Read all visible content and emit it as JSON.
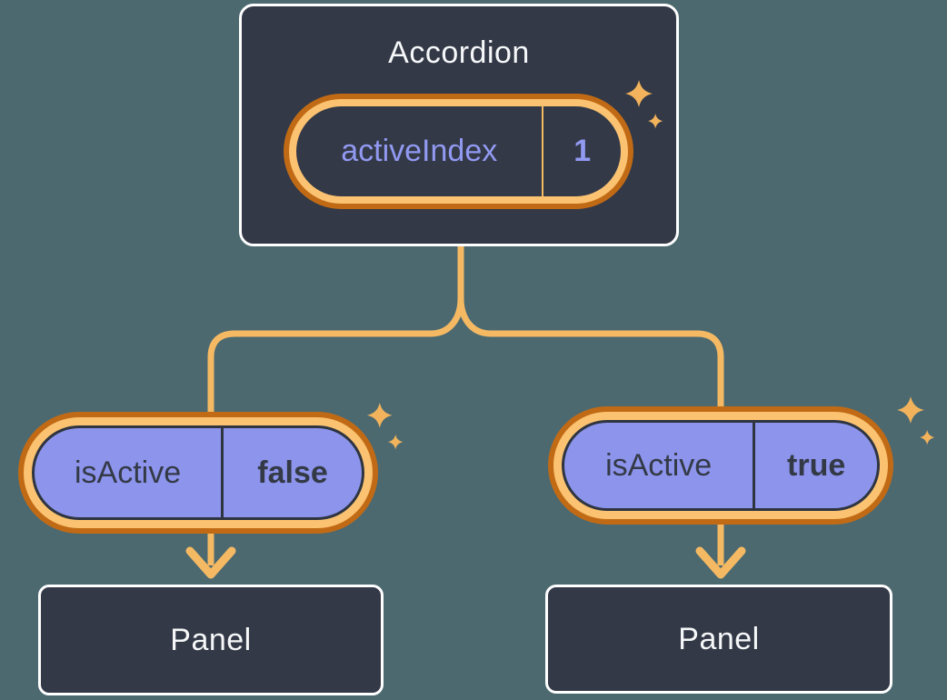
{
  "diagram": {
    "background_color": "#4C6970",
    "colors": {
      "connector_orange": "#F5B963",
      "ring_light_orange": "#FBC271",
      "ring_dark_orange": "#C16A15",
      "sparkle_orange": "#F2B35C",
      "purple_fill": "#8D94EC",
      "node_fill": "#333947",
      "node_border": "#FFFFFF",
      "dark_text": "#333A46",
      "light_text": "#F6F7F9",
      "state_text_purple": "#9199F1"
    },
    "accordion": {
      "title": "Accordion",
      "state": {
        "label": "activeIndex",
        "value": "1"
      }
    },
    "children": [
      {
        "prop": {
          "label": "isActive",
          "value": "false"
        },
        "panel": {
          "title": "Panel"
        }
      },
      {
        "prop": {
          "label": "isActive",
          "value": "true"
        },
        "panel": {
          "title": "Panel"
        }
      }
    ],
    "icons": {
      "sparkle": "✦ four-point sparkle",
      "arrow_down": "⌄ chevron arrowhead"
    }
  }
}
